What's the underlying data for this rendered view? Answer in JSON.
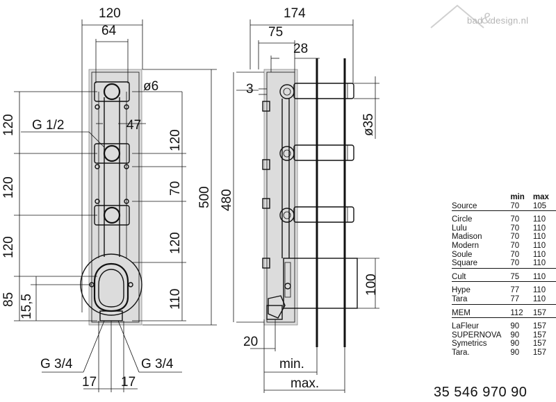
{
  "watermark": {
    "text_left": "bad",
    "text_amp": "&",
    "text_right": "design.nl"
  },
  "front_view": {
    "width_total": "120",
    "width_inner": "64",
    "hole": "ø6",
    "offset": "47",
    "thread_top": "G 1/2",
    "spacing_left": [
      "120",
      "120",
      "120"
    ],
    "left_85": "85",
    "left_15": "15,5",
    "spacing_right": [
      "120",
      "70",
      "120",
      "110"
    ],
    "height_500": "500",
    "thread_bottom_left": "G 3/4",
    "thread_bottom_right": "G 3/4",
    "bottom_17_left": "17",
    "bottom_17_right": "17"
  },
  "side_view": {
    "depth_total": "174",
    "depth_75": "75",
    "depth_28": "28",
    "dim_3": "3",
    "handle_diameter": "ø35",
    "height_480": "480",
    "cartridge_height": "100",
    "bottom_20": "20",
    "min_label": "min.",
    "max_label": "max."
  },
  "spec_table": {
    "header_min": "min",
    "header_max": "max",
    "groups": [
      [
        {
          "name": "Source",
          "min": "70",
          "max": "105"
        }
      ],
      [
        {
          "name": "Circle",
          "min": "70",
          "max": "110"
        },
        {
          "name": "Lulu",
          "min": "70",
          "max": "110"
        },
        {
          "name": "Madison",
          "min": "70",
          "max": "110"
        },
        {
          "name": "Modern",
          "min": "70",
          "max": "110"
        },
        {
          "name": "Soule",
          "min": "70",
          "max": "110"
        },
        {
          "name": "Square",
          "min": "70",
          "max": "110"
        }
      ],
      [
        {
          "name": "Cult",
          "min": "75",
          "max": "110"
        }
      ],
      [
        {
          "name": "Hype",
          "min": "77",
          "max": "110"
        },
        {
          "name": "Tara",
          "min": "77",
          "max": "110"
        }
      ],
      [
        {
          "name": "MEM",
          "min": "112",
          "max": "157"
        }
      ],
      [
        {
          "name": "LaFleur",
          "min": "90",
          "max": "157"
        },
        {
          "name": "SUPERNOVA",
          "min": "90",
          "max": "157"
        },
        {
          "name": "Symetrics",
          "min": "90",
          "max": "157"
        },
        {
          "name": "Tara.",
          "min": "90",
          "max": "157"
        }
      ]
    ]
  },
  "article_number": "35 546 970 90"
}
